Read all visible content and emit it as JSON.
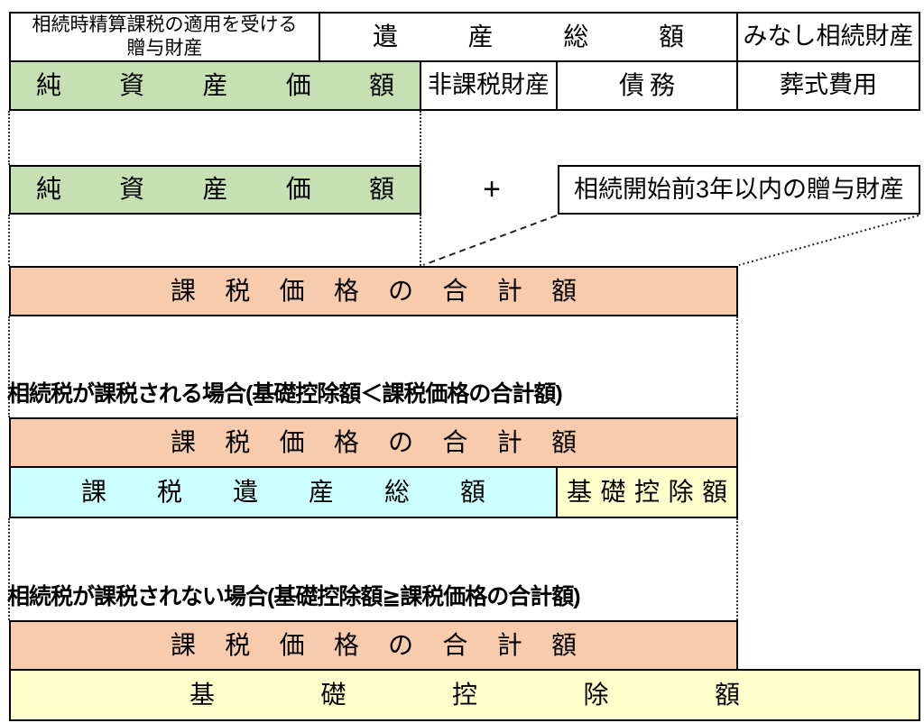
{
  "colors": {
    "green": "#c6e0b4",
    "orange": "#f8cbad",
    "cyan": "#ccffff",
    "yellow": "#ffffcc"
  },
  "boxes": {
    "settlement_gift": "相続時精算課税の適用を受ける\n贈与財産",
    "gross_estate": "遺産総額",
    "deemed_inheritance": "みなし相続財産",
    "net_asset_value": "純資産価額",
    "nontaxable_property": "非課税財産",
    "debts": "債務",
    "funeral_expenses": "葬式費用",
    "plus_sign": "+",
    "gift_within_3_years": "相続開始前3年以内の贈与財産",
    "taxable_price_total": "課税価格の合計額",
    "taxable_estate_total": "課税遺産総額",
    "basic_deduction": "基礎控除額"
  },
  "headings": {
    "taxable_case": "相続税が課税される場合(基礎控除額＜課税価格の合計額)",
    "not_taxable_case": "相続税が課税されない場合(基礎控除額≧課税価格の合計額)"
  }
}
